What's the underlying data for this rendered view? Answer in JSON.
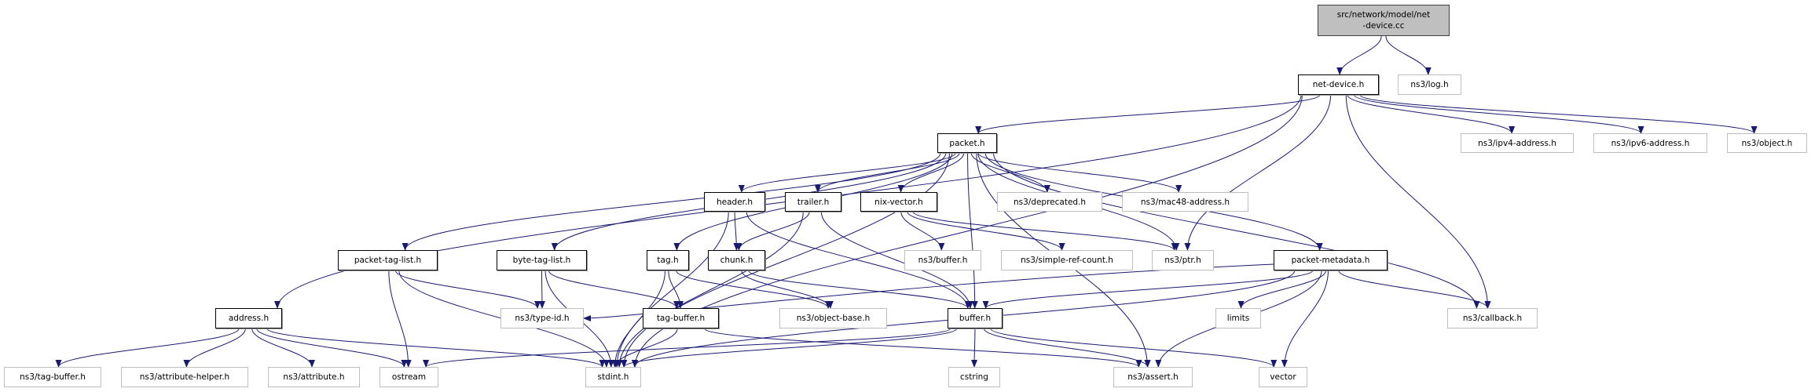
{
  "colors": {
    "edge": "#191970",
    "root_fill": "#bfbfbf",
    "external_border": "#bfbfbf",
    "documented_border": "#000000"
  },
  "nodes": [
    {
      "id": "root",
      "label": "src/network/model/net\n-device.cc",
      "kind": "root"
    },
    {
      "id": "net-device",
      "label": "net-device.h",
      "kind": "doc"
    },
    {
      "id": "log",
      "label": "ns3/log.h",
      "kind": "ext"
    },
    {
      "id": "address",
      "label": "address.h",
      "kind": "doc"
    },
    {
      "id": "packet",
      "label": "packet.h",
      "kind": "doc"
    },
    {
      "id": "ipv4",
      "label": "ns3/ipv4-address.h",
      "kind": "ext"
    },
    {
      "id": "ipv6",
      "label": "ns3/ipv6-address.h",
      "kind": "ext"
    },
    {
      "id": "object",
      "label": "ns3/object.h",
      "kind": "ext"
    },
    {
      "id": "header",
      "label": "header.h",
      "kind": "doc"
    },
    {
      "id": "trailer",
      "label": "trailer.h",
      "kind": "doc"
    },
    {
      "id": "nix",
      "label": "nix-vector.h",
      "kind": "doc"
    },
    {
      "id": "deprecated",
      "label": "ns3/deprecated.h",
      "kind": "ext"
    },
    {
      "id": "mac48",
      "label": "ns3/mac48-address.h",
      "kind": "ext"
    },
    {
      "id": "packet-tag-list",
      "label": "packet-tag-list.h",
      "kind": "doc"
    },
    {
      "id": "byte-tag-list",
      "label": "byte-tag-list.h",
      "kind": "doc"
    },
    {
      "id": "tag",
      "label": "tag.h",
      "kind": "doc"
    },
    {
      "id": "chunk",
      "label": "chunk.h",
      "kind": "doc"
    },
    {
      "id": "ns3-buffer",
      "label": "ns3/buffer.h",
      "kind": "ext"
    },
    {
      "id": "simple-ref",
      "label": "ns3/simple-ref-count.h",
      "kind": "ext"
    },
    {
      "id": "ptr",
      "label": "ns3/ptr.h",
      "kind": "ext"
    },
    {
      "id": "packet-metadata",
      "label": "packet-metadata.h",
      "kind": "doc"
    },
    {
      "id": "type-id",
      "label": "ns3/type-id.h",
      "kind": "ext"
    },
    {
      "id": "tag-buffer",
      "label": "tag-buffer.h",
      "kind": "doc"
    },
    {
      "id": "object-base",
      "label": "ns3/object-base.h",
      "kind": "ext"
    },
    {
      "id": "buffer",
      "label": "buffer.h",
      "kind": "doc"
    },
    {
      "id": "limits",
      "label": "limits",
      "kind": "ext"
    },
    {
      "id": "callback",
      "label": "ns3/callback.h",
      "kind": "ext"
    },
    {
      "id": "ns3-tag-buffer",
      "label": "ns3/tag-buffer.h",
      "kind": "ext"
    },
    {
      "id": "attribute-helper",
      "label": "ns3/attribute-helper.h",
      "kind": "ext"
    },
    {
      "id": "attribute",
      "label": "ns3/attribute.h",
      "kind": "ext"
    },
    {
      "id": "ostream",
      "label": "ostream",
      "kind": "ext"
    },
    {
      "id": "stdint",
      "label": "stdint.h",
      "kind": "ext"
    },
    {
      "id": "cstring",
      "label": "cstring",
      "kind": "ext"
    },
    {
      "id": "assert",
      "label": "ns3/assert.h",
      "kind": "ext"
    },
    {
      "id": "vector",
      "label": "vector",
      "kind": "ext"
    }
  ],
  "edges": [
    [
      "root",
      "net-device"
    ],
    [
      "root",
      "log"
    ],
    [
      "net-device",
      "address"
    ],
    [
      "net-device",
      "stdint"
    ],
    [
      "net-device",
      "packet"
    ],
    [
      "net-device",
      "ptr"
    ],
    [
      "net-device",
      "callback"
    ],
    [
      "net-device",
      "ipv4"
    ],
    [
      "net-device",
      "ipv6"
    ],
    [
      "net-device",
      "object"
    ],
    [
      "packet",
      "packet-tag-list"
    ],
    [
      "packet",
      "byte-tag-list"
    ],
    [
      "packet",
      "stdint"
    ],
    [
      "packet",
      "tag"
    ],
    [
      "packet",
      "header"
    ],
    [
      "packet",
      "trailer"
    ],
    [
      "packet",
      "nix"
    ],
    [
      "packet",
      "deprecated"
    ],
    [
      "packet",
      "mac48"
    ],
    [
      "packet",
      "ptr"
    ],
    [
      "packet",
      "buffer"
    ],
    [
      "packet",
      "packet-metadata"
    ],
    [
      "packet",
      "callback"
    ],
    [
      "packet",
      "assert"
    ],
    [
      "header",
      "chunk"
    ],
    [
      "header",
      "buffer"
    ],
    [
      "header",
      "stdint"
    ],
    [
      "trailer",
      "chunk"
    ],
    [
      "trailer",
      "buffer"
    ],
    [
      "trailer",
      "stdint"
    ],
    [
      "nix",
      "ns3-buffer"
    ],
    [
      "nix",
      "simple-ref"
    ],
    [
      "nix",
      "ptr"
    ],
    [
      "packet-tag-list",
      "type-id"
    ],
    [
      "packet-tag-list",
      "ostream"
    ],
    [
      "packet-tag-list",
      "stdint"
    ],
    [
      "byte-tag-list",
      "type-id"
    ],
    [
      "byte-tag-list",
      "tag-buffer"
    ],
    [
      "byte-tag-list",
      "stdint"
    ],
    [
      "tag",
      "tag-buffer"
    ],
    [
      "tag",
      "object-base"
    ],
    [
      "tag",
      "stdint"
    ],
    [
      "chunk",
      "object-base"
    ],
    [
      "chunk",
      "buffer"
    ],
    [
      "tag-buffer",
      "stdint"
    ],
    [
      "tag-buffer",
      "assert"
    ],
    [
      "packet-metadata",
      "type-id"
    ],
    [
      "packet-metadata",
      "buffer"
    ],
    [
      "packet-metadata",
      "stdint"
    ],
    [
      "packet-metadata",
      "limits"
    ],
    [
      "packet-metadata",
      "assert"
    ],
    [
      "packet-metadata",
      "vector"
    ],
    [
      "packet-metadata",
      "callback"
    ],
    [
      "buffer",
      "stdint"
    ],
    [
      "buffer",
      "ostream"
    ],
    [
      "buffer",
      "cstring"
    ],
    [
      "buffer",
      "assert"
    ],
    [
      "buffer",
      "vector"
    ],
    [
      "address",
      "ns3-tag-buffer"
    ],
    [
      "address",
      "attribute-helper"
    ],
    [
      "address",
      "attribute"
    ],
    [
      "address",
      "ostream"
    ],
    [
      "address",
      "stdint"
    ]
  ]
}
